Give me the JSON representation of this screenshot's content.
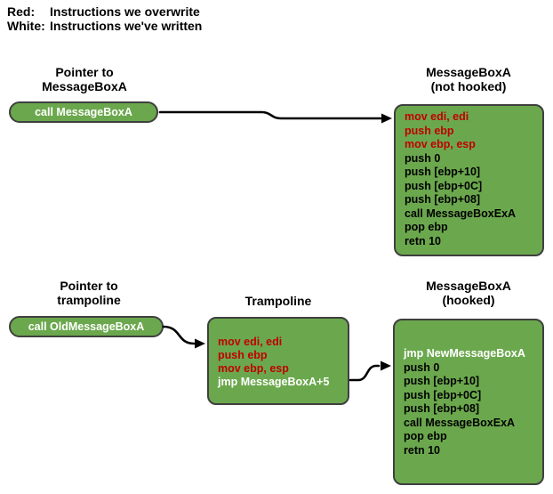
{
  "legend": {
    "rows": [
      {
        "label": "Red:",
        "text": "Instructions we overwrite"
      },
      {
        "label": "White:",
        "text": "Instructions we've written"
      }
    ]
  },
  "colors": {
    "box_fill": "#6BA84D",
    "box_border": "#3F3F3F",
    "overwritten_red": "#C00000",
    "written_white": "#FFFFFF",
    "text_black": "#000000",
    "arrow_black": "#000000"
  },
  "pointer_msgboxa": {
    "title": "Pointer to\nMessageBoxA",
    "pill": "call MessageBoxA"
  },
  "msgboxa_not_hooked": {
    "title": "MessageBoxA\n(not hooked)",
    "lines": [
      {
        "text": "mov edi, edi",
        "cls": "red"
      },
      {
        "text": "push ebp",
        "cls": "red"
      },
      {
        "text": "mov ebp, esp",
        "cls": "red"
      },
      {
        "text": "push 0",
        "cls": "black"
      },
      {
        "text": "push [ebp+10]",
        "cls": "black"
      },
      {
        "text": "push [ebp+0C]",
        "cls": "black"
      },
      {
        "text": "push [ebp+08]",
        "cls": "black"
      },
      {
        "text": "call MessageBoxExA",
        "cls": "black"
      },
      {
        "text": "pop ebp",
        "cls": "black"
      },
      {
        "text": "retn 10",
        "cls": "black"
      }
    ]
  },
  "pointer_trampoline": {
    "title": "Pointer to\ntrampoline",
    "pill": "call OldMessageBoxA"
  },
  "trampoline": {
    "title": "Trampoline",
    "lines": [
      {
        "text": "mov edi, edi",
        "cls": "red"
      },
      {
        "text": "push ebp",
        "cls": "red"
      },
      {
        "text": "mov ebp, esp",
        "cls": "red"
      },
      {
        "text": "jmp MessageBoxA+5",
        "cls": "white"
      }
    ]
  },
  "msgboxa_hooked": {
    "title": "MessageBoxA\n(hooked)",
    "lines": [
      {
        "text": "jmp NewMessageBoxA",
        "cls": "white"
      },
      {
        "text": "push 0",
        "cls": "black"
      },
      {
        "text": "push [ebp+10]",
        "cls": "black"
      },
      {
        "text": "push [ebp+0C]",
        "cls": "black"
      },
      {
        "text": "push [ebp+08]",
        "cls": "black"
      },
      {
        "text": "call MessageBoxExA",
        "cls": "black"
      },
      {
        "text": "pop ebp",
        "cls": "black"
      },
      {
        "text": "retn 10",
        "cls": "black"
      }
    ]
  }
}
